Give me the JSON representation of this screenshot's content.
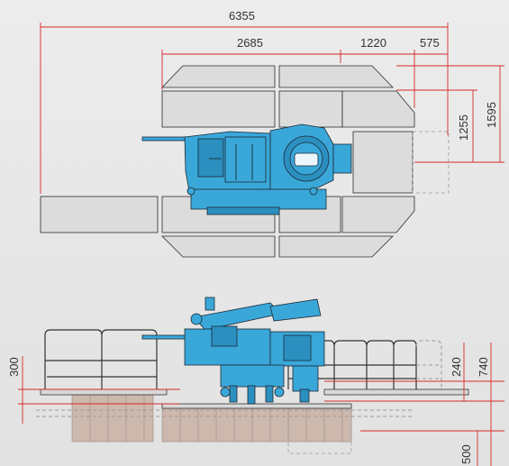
{
  "dimensions": {
    "top_overall": "6355",
    "top_span": "2685",
    "top_mid": "1220",
    "top_right": "575",
    "side_inner": "1255",
    "side_outer": "1595",
    "elev_left": "300",
    "elev_right_inner": "240",
    "elev_right_outer": "740",
    "elev_bottom": "500"
  },
  "colors": {
    "machine": "#3aa7d9",
    "dimension_lines": "#d62a2a",
    "tiles": "#dcdcdc",
    "pit": "#cdb8ad"
  }
}
